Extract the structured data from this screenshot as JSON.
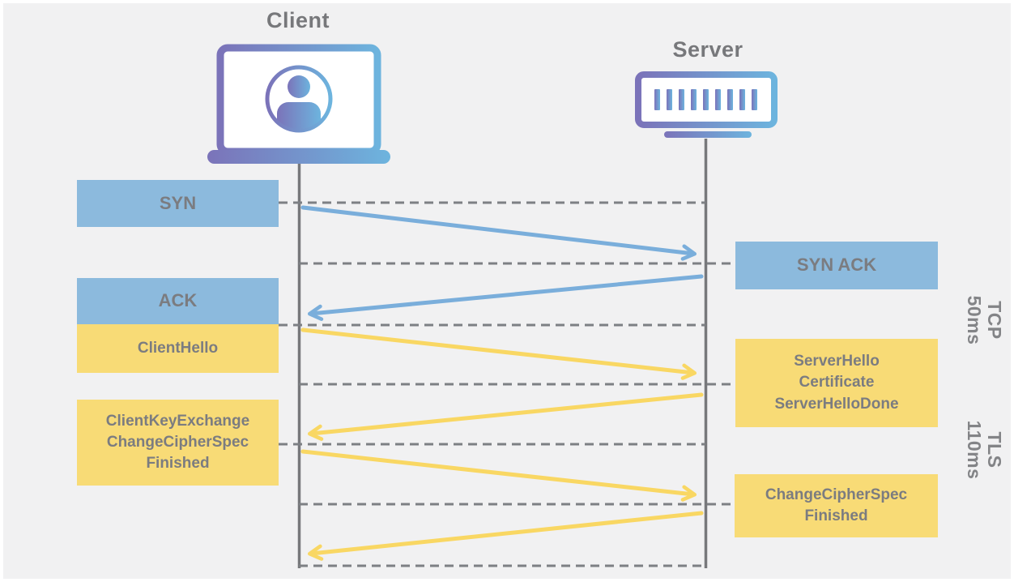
{
  "actors": {
    "client": {
      "label": "Client",
      "icon": "laptop-user-icon"
    },
    "server": {
      "label": "Server",
      "icon": "server-rack-icon"
    }
  },
  "messages": [
    {
      "from": "client",
      "to": "server",
      "protocol": "TCP",
      "lines": [
        "SYN"
      ]
    },
    {
      "from": "server",
      "to": "client",
      "protocol": "TCP",
      "lines": [
        "SYN ACK"
      ]
    },
    {
      "from": "client",
      "to": "server",
      "protocol": "TCP",
      "lines": [
        "ACK"
      ]
    },
    {
      "from": "client",
      "to": "server",
      "protocol": "TLS",
      "lines": [
        "ClientHello"
      ]
    },
    {
      "from": "server",
      "to": "client",
      "protocol": "TLS",
      "lines": [
        "ServerHello",
        "Certificate",
        "ServerHelloDone"
      ]
    },
    {
      "from": "client",
      "to": "server",
      "protocol": "TLS",
      "lines": [
        "ClientKeyExchange",
        "ChangeCipherSpec",
        "Finished"
      ]
    },
    {
      "from": "server",
      "to": "client",
      "protocol": "TLS",
      "lines": [
        "ChangeCipherSpec",
        "Finished"
      ]
    }
  ],
  "phases": [
    {
      "protocol": "TCP",
      "duration": "50ms"
    },
    {
      "protocol": "TLS",
      "duration": "110ms"
    }
  ],
  "colors": {
    "canvas": "#f1f1f2",
    "tcp_box": "#8cbadd",
    "tls_box": "#f8db76",
    "tcp_arrow": "#7aaedb",
    "tls_arrow": "#f9d763",
    "lifeline_gray": "#77787b",
    "dashed_gray": "#7d8084",
    "text_gray": "#77787b",
    "icon_gradient_start": "#7b73b9",
    "icon_gradient_end": "#6db4de"
  }
}
